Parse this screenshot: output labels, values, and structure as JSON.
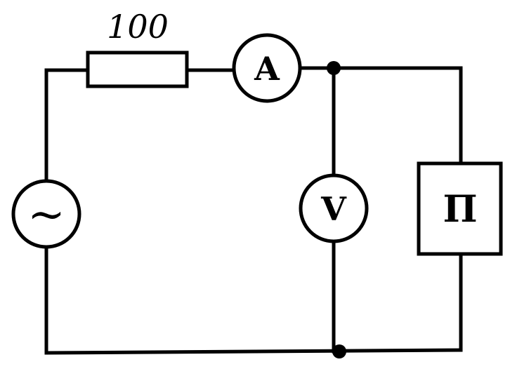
{
  "resistor": {
    "value_label": "100"
  },
  "ammeter": {
    "symbol": "A"
  },
  "voltmeter": {
    "symbol": "V"
  },
  "device": {
    "symbol": "П"
  },
  "source": {
    "symbol": "~"
  },
  "colors": {
    "line": "#000000",
    "background": "#ffffff"
  }
}
